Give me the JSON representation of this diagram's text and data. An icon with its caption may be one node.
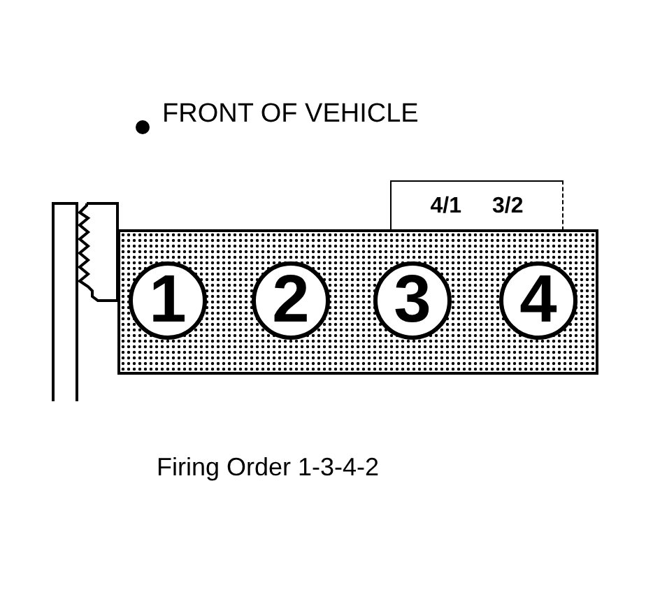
{
  "diagram": {
    "caption": "Firing Order 1-3-4-2",
    "nodes": [
      {
        "text": [],
        "shape": "box"
      },
      {
        "text": [
          "1"
        ],
        "in": 0
      },
      {
        "text": [
          "2"
        ],
        "in": 0
      },
      {
        "text": [
          "3"
        ],
        "in": 0
      },
      {
        "text": [
          "4"
        ],
        "in": 0
      },
      {
        "text": [
          "4/1",
          "3/2"
        ]
      }
    ],
    "labels": [
      "FRONT OF VEHICLE"
    ]
  }
}
